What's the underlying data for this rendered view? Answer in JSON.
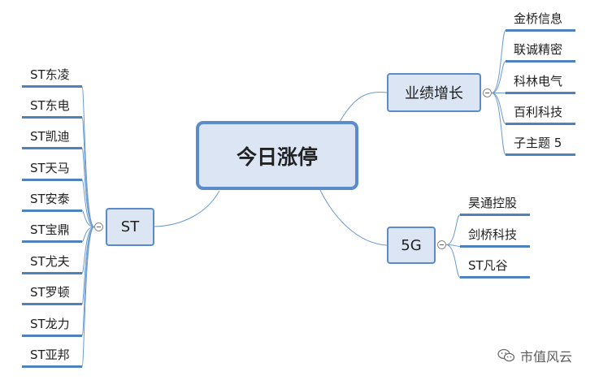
{
  "central": {
    "label": "今日涨停"
  },
  "branches": {
    "yeji": {
      "label": "业绩增长",
      "children": [
        "金桥信息",
        "联诚精密",
        "科林电气",
        "百利科技",
        "子主题 5"
      ]
    },
    "fiveg": {
      "label": "5G",
      "children": [
        "昊通控股",
        "剑桥科技",
        "ST凡谷"
      ]
    },
    "st": {
      "label": "ST",
      "children": [
        "ST东凌",
        "ST东电",
        "ST凯迪",
        "ST天马",
        "ST安泰",
        "ST宝鼎",
        "ST尤夫",
        "ST罗顿",
        "ST龙力",
        "ST亚邦"
      ]
    }
  },
  "watermark": {
    "text": "市值风云",
    "icon": "wechat-icon"
  },
  "colors": {
    "node_fill": "#dbe5f3",
    "node_border": "#5b8bc9",
    "underline": "#4f81bd",
    "link": "#6b9bd1"
  }
}
